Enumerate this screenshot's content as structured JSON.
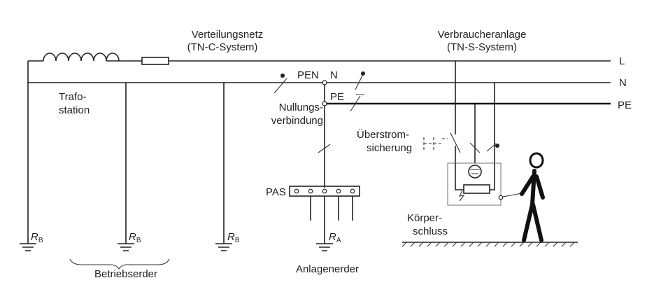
{
  "labels": {
    "network_title": "Verteilungsnetz",
    "network_subtitle": "(TN-C-System)",
    "consumer_title": "Verbraucheranlage",
    "consumer_subtitle": "(TN-S-System)",
    "conductor_l": "L",
    "conductor_n": "N",
    "conductor_pe": "PE",
    "pen": "PEN",
    "n_junction": "N",
    "pe_junction": "PE",
    "trafo_line1": "Trafo-",
    "trafo_line2": "station",
    "nullung_line1": "Nullungs-",
    "nullung_line2": "verbindung",
    "fuse_line1": "Überstrom-",
    "fuse_line2": "sicherung",
    "pas": "PAS",
    "fault_line1": "Körper-",
    "fault_line2": "schluss",
    "operating_earth": "Betriebserder",
    "system_earth": "Anlagenerder",
    "rb_symbol": "R",
    "rb_index": "B",
    "ra_symbol": "R",
    "ra_index": "A"
  }
}
